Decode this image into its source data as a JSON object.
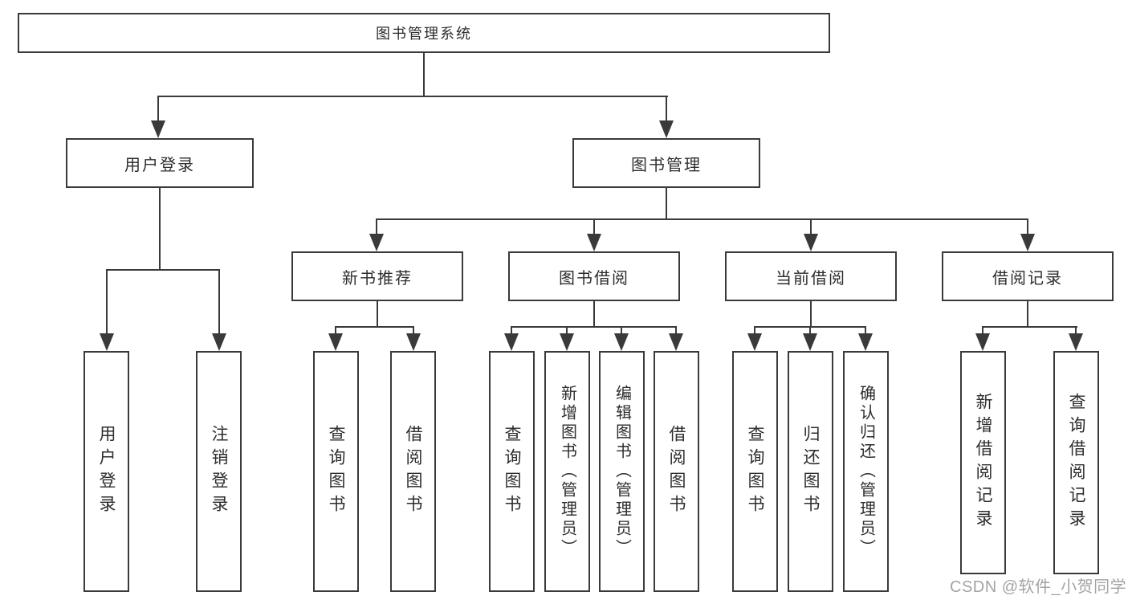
{
  "diagram": {
    "root": {
      "label": "图书管理系统"
    },
    "branches": {
      "user_login": {
        "label": "用户登录",
        "children": [
          {
            "label": "用户登录"
          },
          {
            "label": "注销登录"
          }
        ]
      },
      "book_management": {
        "label": "图书管理",
        "sections": [
          {
            "label": "新书推荐",
            "children": [
              {
                "label": "查询图书"
              },
              {
                "label": "借阅图书"
              }
            ]
          },
          {
            "label": "图书借阅",
            "children": [
              {
                "label": "查询图书"
              },
              {
                "label": "新增图书（管理员）"
              },
              {
                "label": "编辑图书（管理员）"
              },
              {
                "label": "借阅图书"
              }
            ]
          },
          {
            "label": "当前借阅",
            "children": [
              {
                "label": "查询图书"
              },
              {
                "label": "归还图书"
              },
              {
                "label": "确认归还（管理员）"
              }
            ]
          },
          {
            "label": "借阅记录",
            "children": [
              {
                "label": "新增借阅记录"
              },
              {
                "label": "查询借阅记录"
              }
            ]
          }
        ]
      }
    },
    "watermark": "CSDN @软件_小贺同学",
    "colors": {
      "line": "#3a3a3a",
      "text": "#2d2d2d",
      "watermark": "#9a9a9a",
      "box_background": "#ffffff"
    }
  }
}
